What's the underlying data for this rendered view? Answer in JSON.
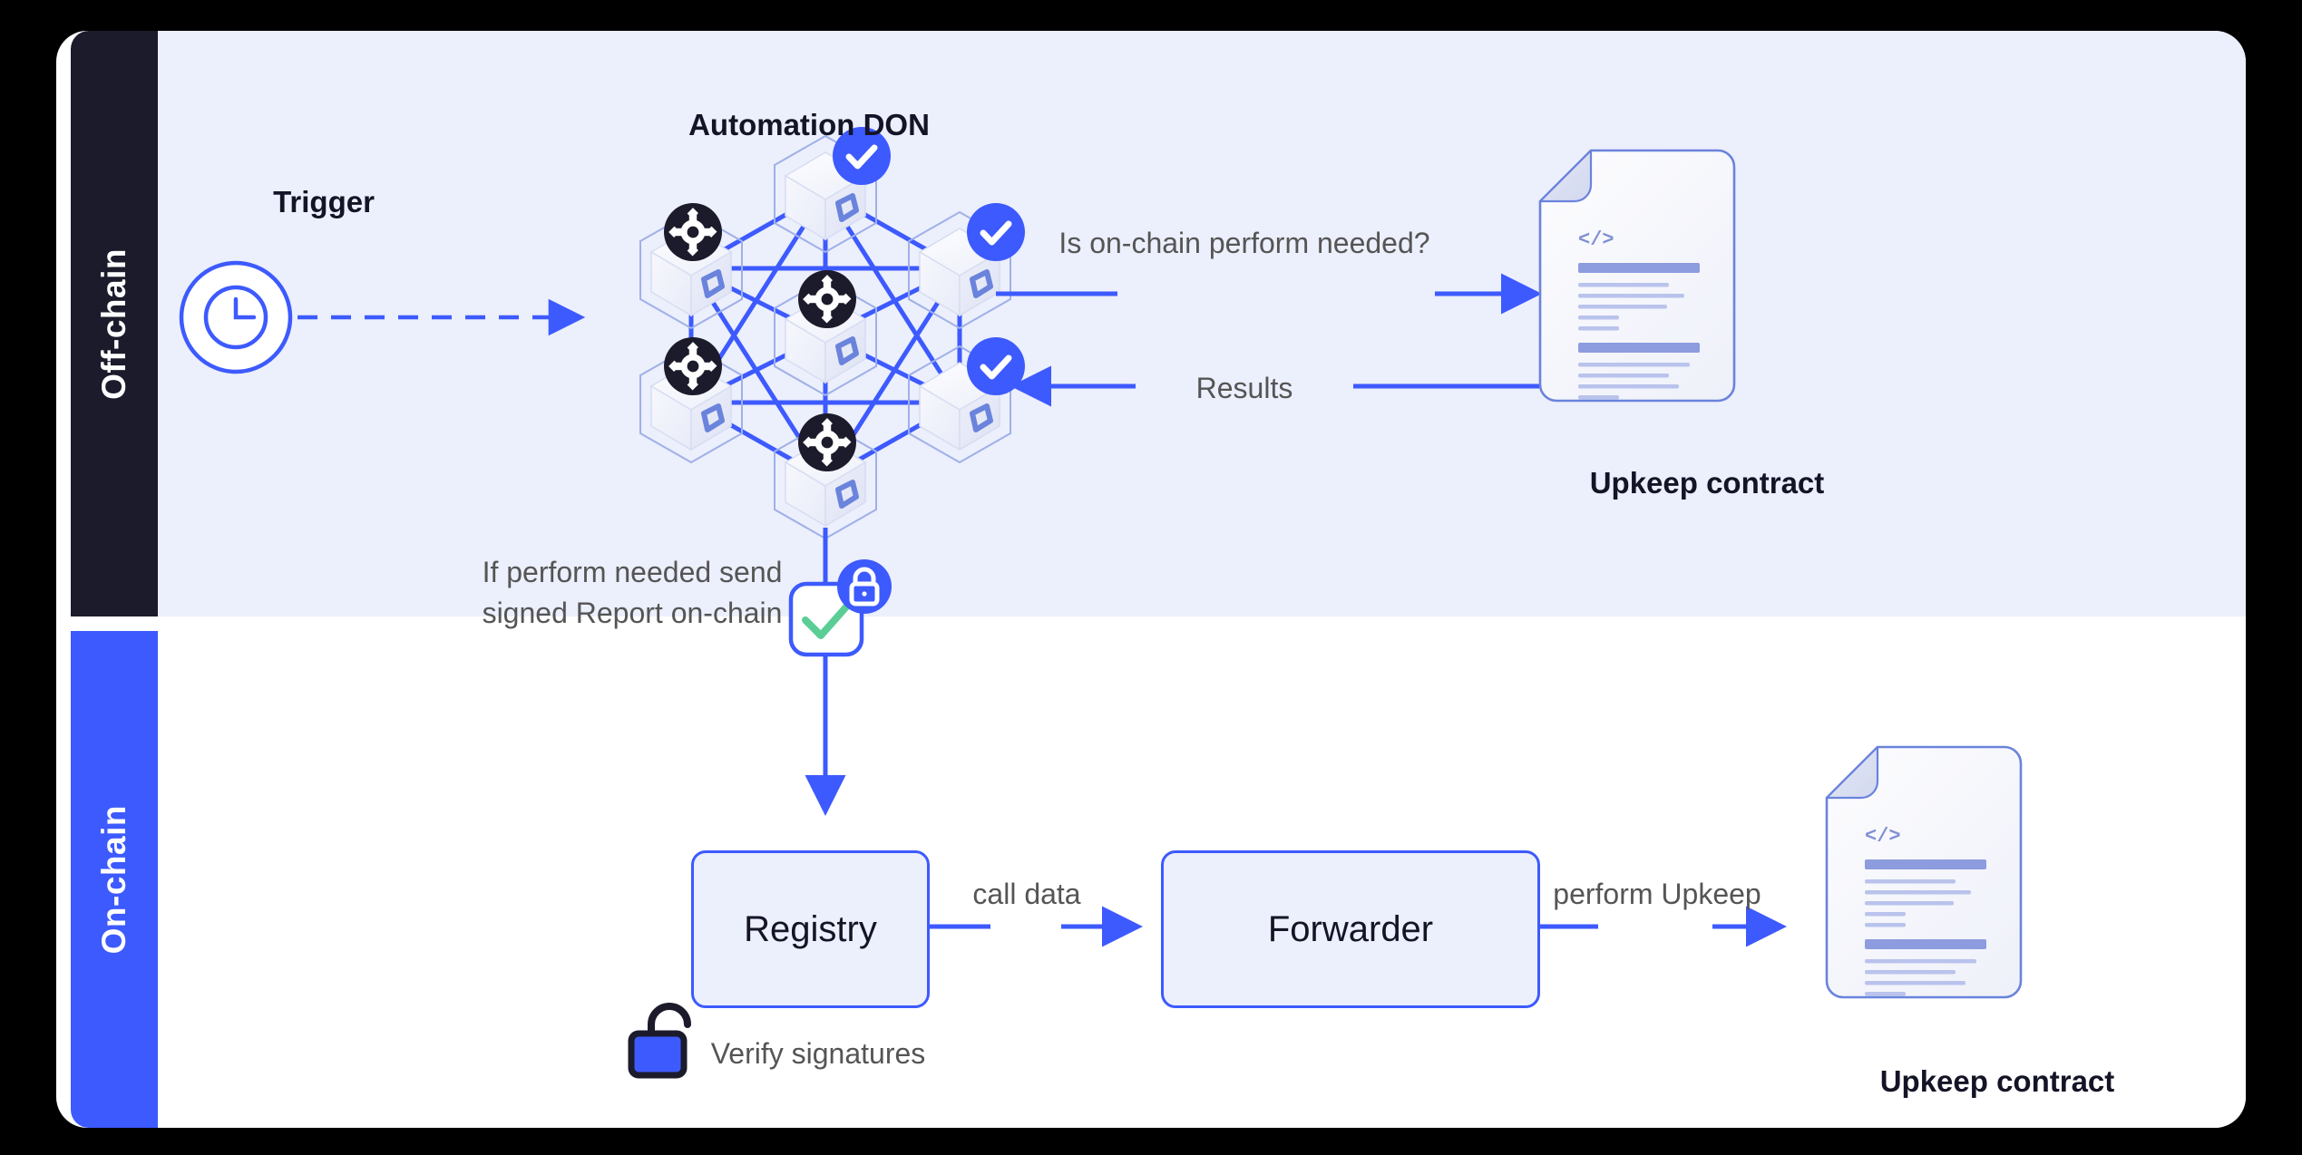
{
  "diagram": {
    "title": "Chainlink Automation architecture",
    "colors": {
      "accent_blue": "#3D5AFE",
      "offchain_band": "#1B1B2B",
      "offchain_bg": "#ECEFFC",
      "onchain_bg": "#FFFFFF",
      "text_gray": "#555555",
      "text_dark": "#141427",
      "check_green": "#5BCE96",
      "node_badge_dark": "#1B1B2B"
    }
  },
  "bands": {
    "offchain": "Off-chain",
    "onchain": "On-chain"
  },
  "offchain": {
    "trigger_title": "Trigger",
    "trigger_icon": "clock-icon",
    "don_title": "Automation DON",
    "don_nodes": [
      {
        "id": "top",
        "badge": "check"
      },
      {
        "id": "upper-left",
        "badge": "gear"
      },
      {
        "id": "upper-right",
        "badge": "check"
      },
      {
        "id": "center",
        "badge": "gear"
      },
      {
        "id": "lower-left",
        "badge": "gear"
      },
      {
        "id": "lower-right",
        "badge": "check"
      },
      {
        "id": "bottom",
        "badge": "gear"
      }
    ],
    "query_label": "Is on-chain perform needed?",
    "results_label": "Results",
    "upkeep_contract_label": "Upkeep contract",
    "report_label": "If perform needed send signed Report on-chain",
    "report_badge_icon": "lock-icon",
    "report_check_icon": "check-icon"
  },
  "onchain": {
    "registry_label": "Registry",
    "forwarder_label": "Forwarder",
    "call_data_label": "call data",
    "perform_upkeep_label": "perform Upkeep",
    "verify_signatures_label": "Verify signatures",
    "verify_icon": "unlock-icon",
    "upkeep_contract_label": "Upkeep contract"
  }
}
